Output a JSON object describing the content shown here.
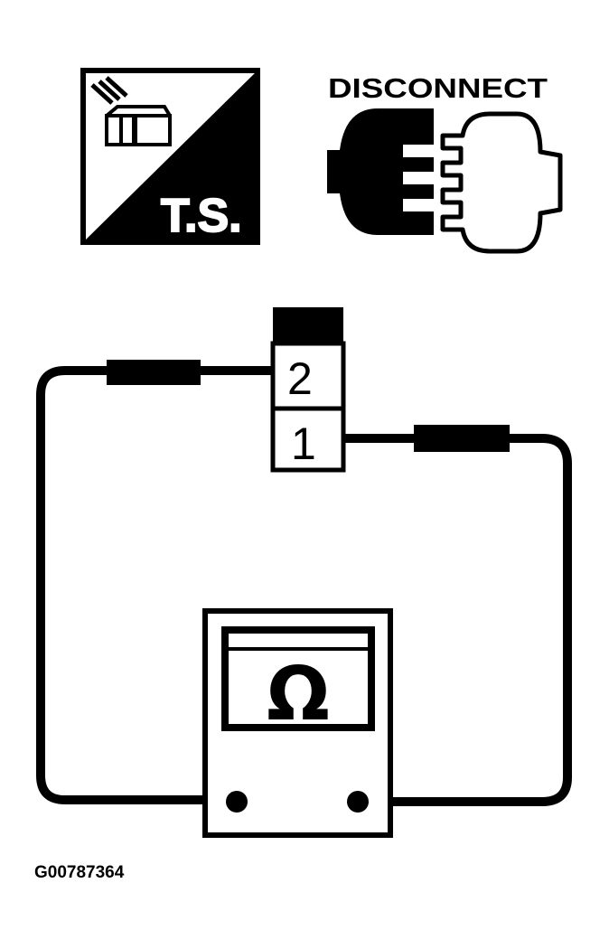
{
  "ts_badge": {
    "label": "T.S."
  },
  "disconnect_badge": {
    "label": "DISCONNECT"
  },
  "connector": {
    "pin_top": "2",
    "pin_bottom": "1"
  },
  "meter": {
    "symbol": "Ω"
  },
  "figure_id": "G00787364",
  "icons": [
    "wiring-harness-icon",
    "disconnected-connector-icon",
    "ohmmeter-icon"
  ],
  "colors": {
    "ink": "#000000",
    "paper": "#ffffff"
  }
}
